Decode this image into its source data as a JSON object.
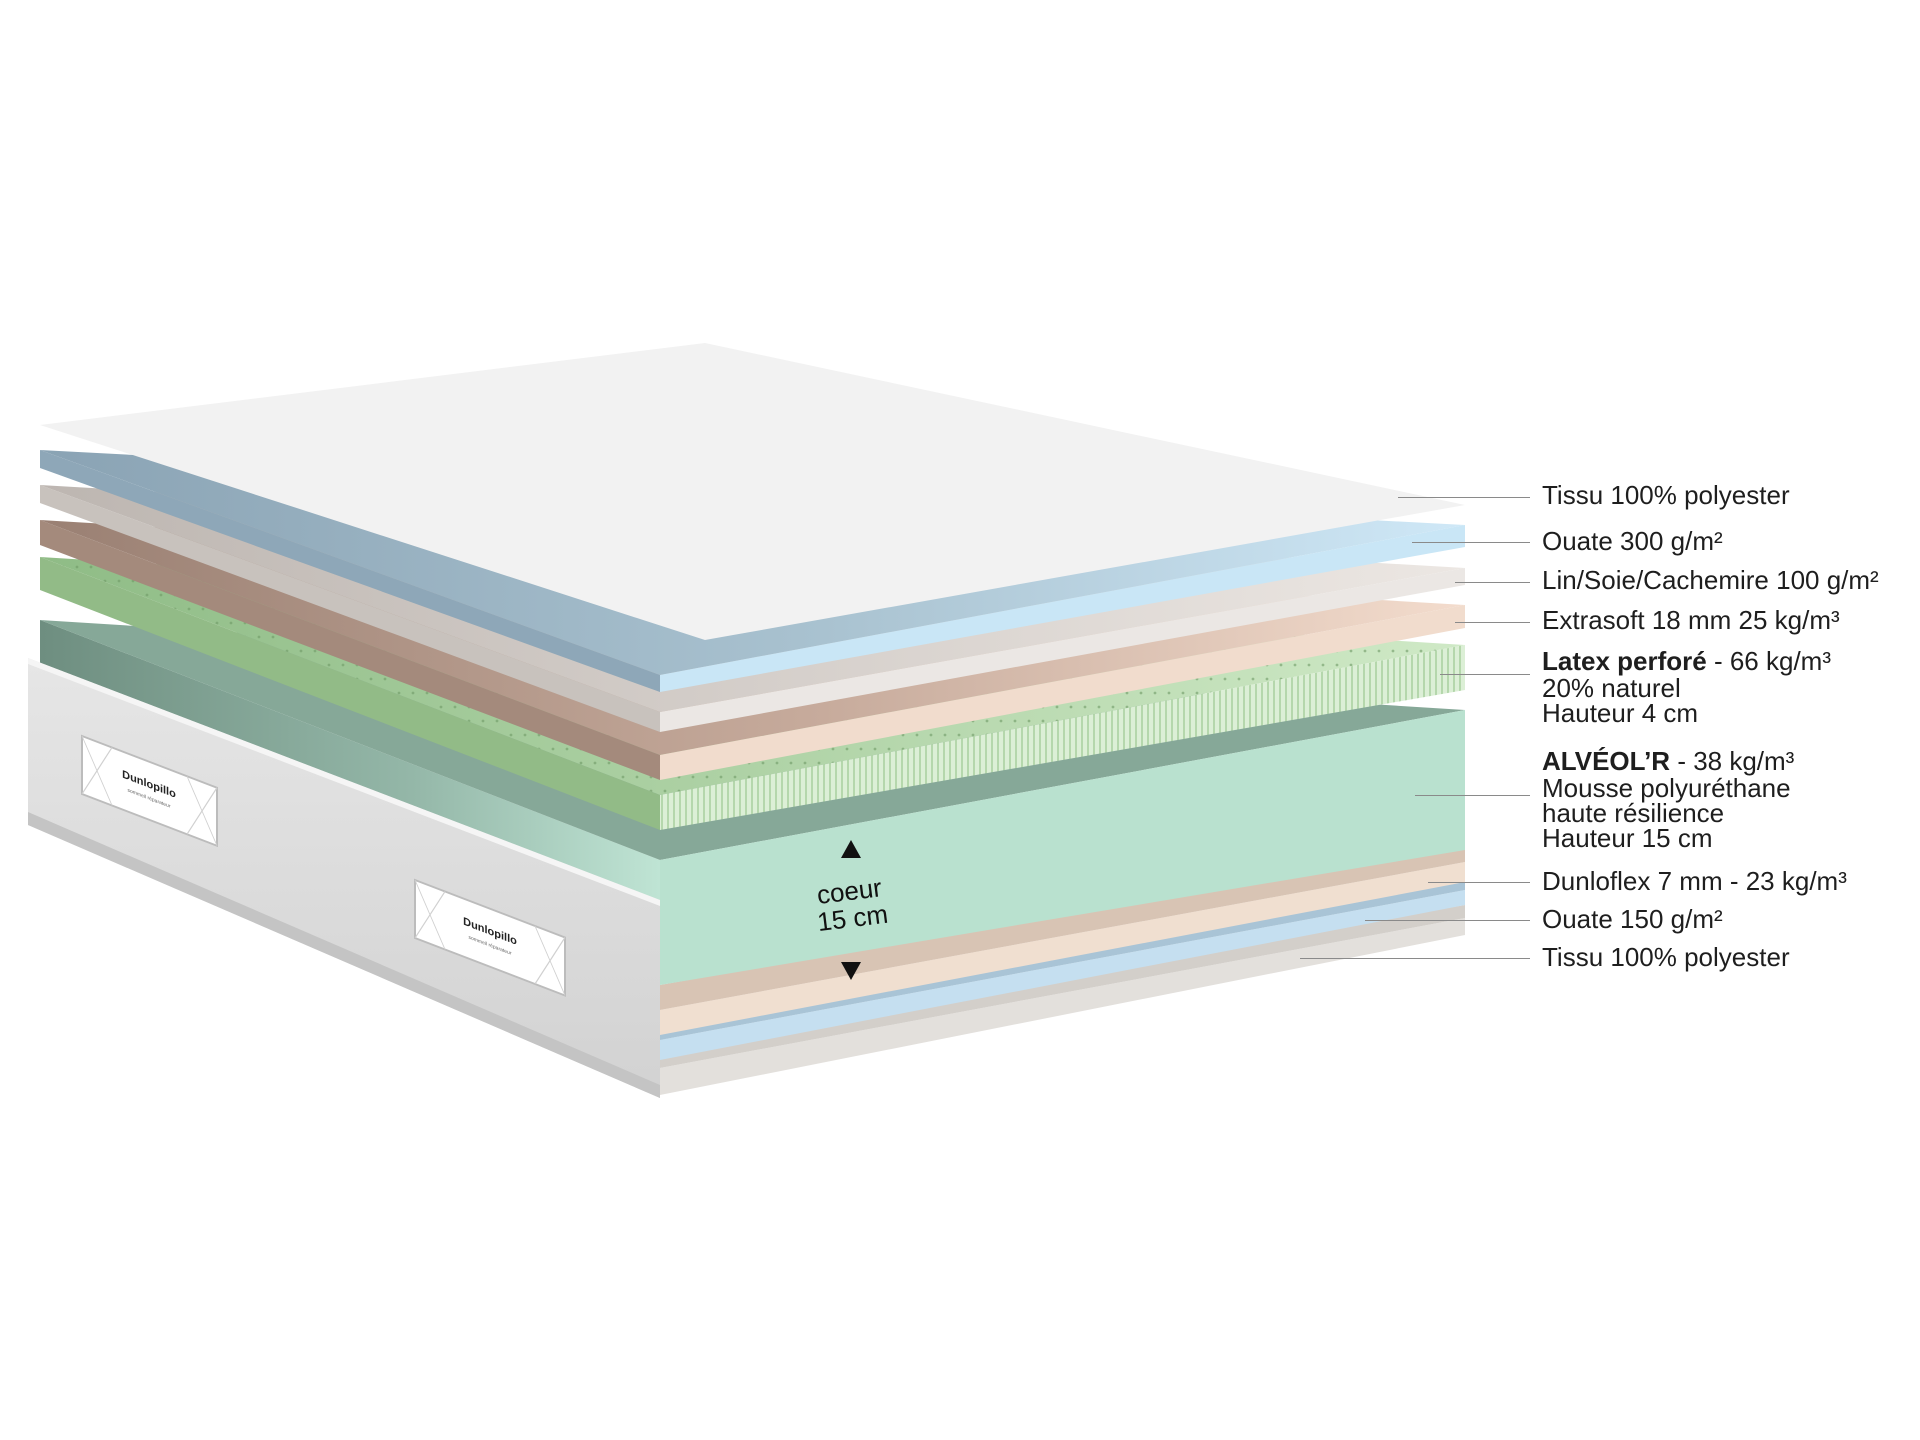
{
  "brand": {
    "name": "Dunlopillo",
    "tagline": "sommeil réparateur"
  },
  "core": {
    "line1": "coeur",
    "line2": "15 cm"
  },
  "colors": {
    "cover_top": "#f2f2f2",
    "ouate_top": "#9eb3c4",
    "lin_soie": "#cbc6c2",
    "extrasoft": "#a88f82",
    "latex": "#9ec694",
    "alveol_side": "#7f9d8e",
    "alveol_front": "#b9e1cf",
    "dunloflex": "#efdccd",
    "ouate_bottom": "#c3def0",
    "tissu_bottom": "#dedbd6",
    "border_panel": "#dcdcdc"
  },
  "layers": [
    {
      "name": "Tissu 100% polyester"
    },
    {
      "name": "Ouate 300 g/m²"
    },
    {
      "name": "Lin/Soie/Cachemire 100 g/m²"
    },
    {
      "name": "Extrasoft 18 mm 25 kg/m³"
    },
    {
      "name": "Latex perforé",
      "spec": " - 66 kg/m³",
      "lines": [
        "20% naturel",
        "Hauteur 4 cm"
      ]
    },
    {
      "name": "ALVÉOL’R",
      "spec": " - 38 kg/m³",
      "lines": [
        "Mousse polyuréthane",
        "haute résilience",
        "Hauteur 15 cm"
      ]
    },
    {
      "name": "Dunloflex 7 mm - 23 kg/m³"
    },
    {
      "name": "Ouate 150 g/m²"
    },
    {
      "name": "Tissu 100% polyester"
    }
  ]
}
